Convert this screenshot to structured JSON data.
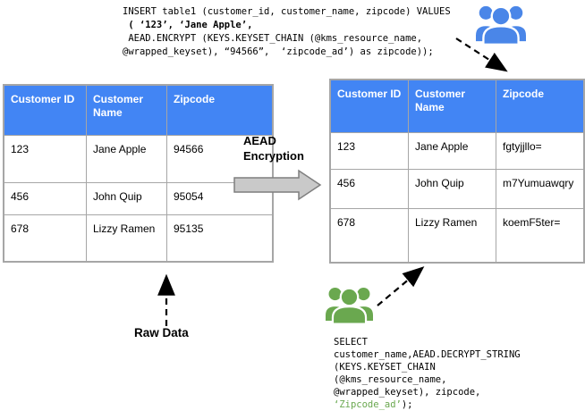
{
  "insert_query": {
    "lines": [
      {
        "text": "INSERT table1 (customer_id, customer_name, zipcode) VALUES"
      },
      {
        "text": " ( ‘123’, ‘Jane Apple’,",
        "bold": true
      },
      {
        "text": " AEAD.ENCRYPT (KEYS.KEYSET_CHAIN (@kms_resource_name,"
      },
      {
        "text": "@wrapped_keyset), “94566”,  ‘zipcode_ad’) as zipcode));"
      }
    ]
  },
  "select_query": {
    "lines": [
      {
        "text": "SELECT"
      },
      {
        "text": "customer_name,AEAD.DECRYPT_STRING"
      },
      {
        "text": "(KEYS.KEYSET_CHAIN"
      },
      {
        "text": "(@kms_resource_name,"
      },
      {
        "text": "@wrapped_keyset), zipcode,"
      },
      {
        "text": "‘Zipcode_ad’",
        "highlight": true,
        "tail": ");"
      }
    ]
  },
  "raw_table": {
    "headers": [
      "Customer ID",
      "Customer Name",
      "Zipcode"
    ],
    "rows": [
      [
        "123",
        "Jane Apple",
        "94566"
      ],
      [
        "456",
        "John Quip",
        "95054"
      ],
      [
        "678",
        "Lizzy Ramen",
        "95135"
      ]
    ]
  },
  "encrypted_table": {
    "headers": [
      "Customer ID",
      "Customer Name",
      "Zipcode"
    ],
    "rows": [
      [
        "123",
        "Jane Apple",
        "fgtyjjllo="
      ],
      [
        "456",
        "John Quip",
        "m7Yumuawqry"
      ],
      [
        "678",
        "Lizzy Ramen",
        "koemF5ter="
      ]
    ]
  },
  "labels": {
    "transform": "AEAD Encryption",
    "raw_data": "Raw Data"
  },
  "icons": {
    "insert_users": "users-group-blue-icon",
    "select_users": "users-group-green-icon"
  },
  "colors": {
    "header_blue": "#4285f4",
    "icon_blue": "#4a86e8",
    "icon_green": "#6aa84f",
    "highlight_green": "#6aa84f",
    "table_border": "#a6a6a6",
    "arrow_gray_fill": "#c9c9c9",
    "arrow_gray_stroke": "#7f7f7f"
  }
}
